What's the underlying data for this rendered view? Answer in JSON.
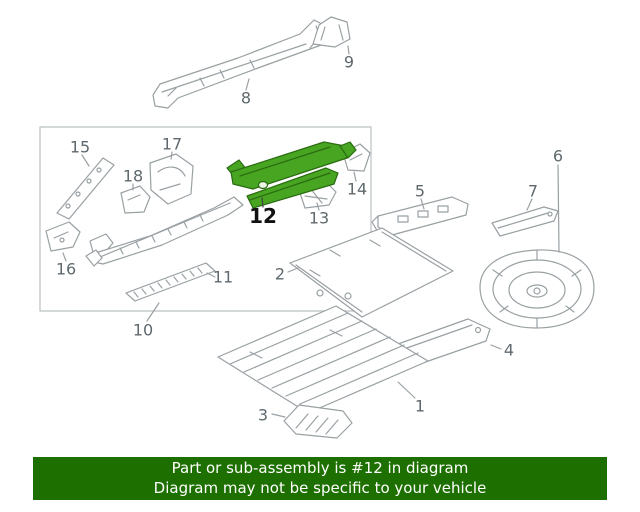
{
  "banner": {
    "line1": "Part or sub-assembly is #12 in diagram",
    "line2": "Diagram may not be specific to your vehicle",
    "bg_color": "#1d7000",
    "text_color": "#ffffff"
  },
  "highlight": {
    "part_number": "12",
    "fill": "#47a522",
    "stroke": "#2a6b10"
  },
  "diagram": {
    "line_color": "#99a0a3",
    "box_color": "#bcc0c2",
    "description": "Exploded rear floor pan sheet-metal parts diagram"
  },
  "callouts": {
    "1": "1",
    "2": "2",
    "3": "3",
    "4": "4",
    "5": "5",
    "6": "6",
    "7": "7",
    "8": "8",
    "9": "9",
    "10": "10",
    "11": "11",
    "12": "12",
    "13": "13",
    "14": "14",
    "15": "15",
    "16": "16",
    "17": "17",
    "18": "18"
  }
}
